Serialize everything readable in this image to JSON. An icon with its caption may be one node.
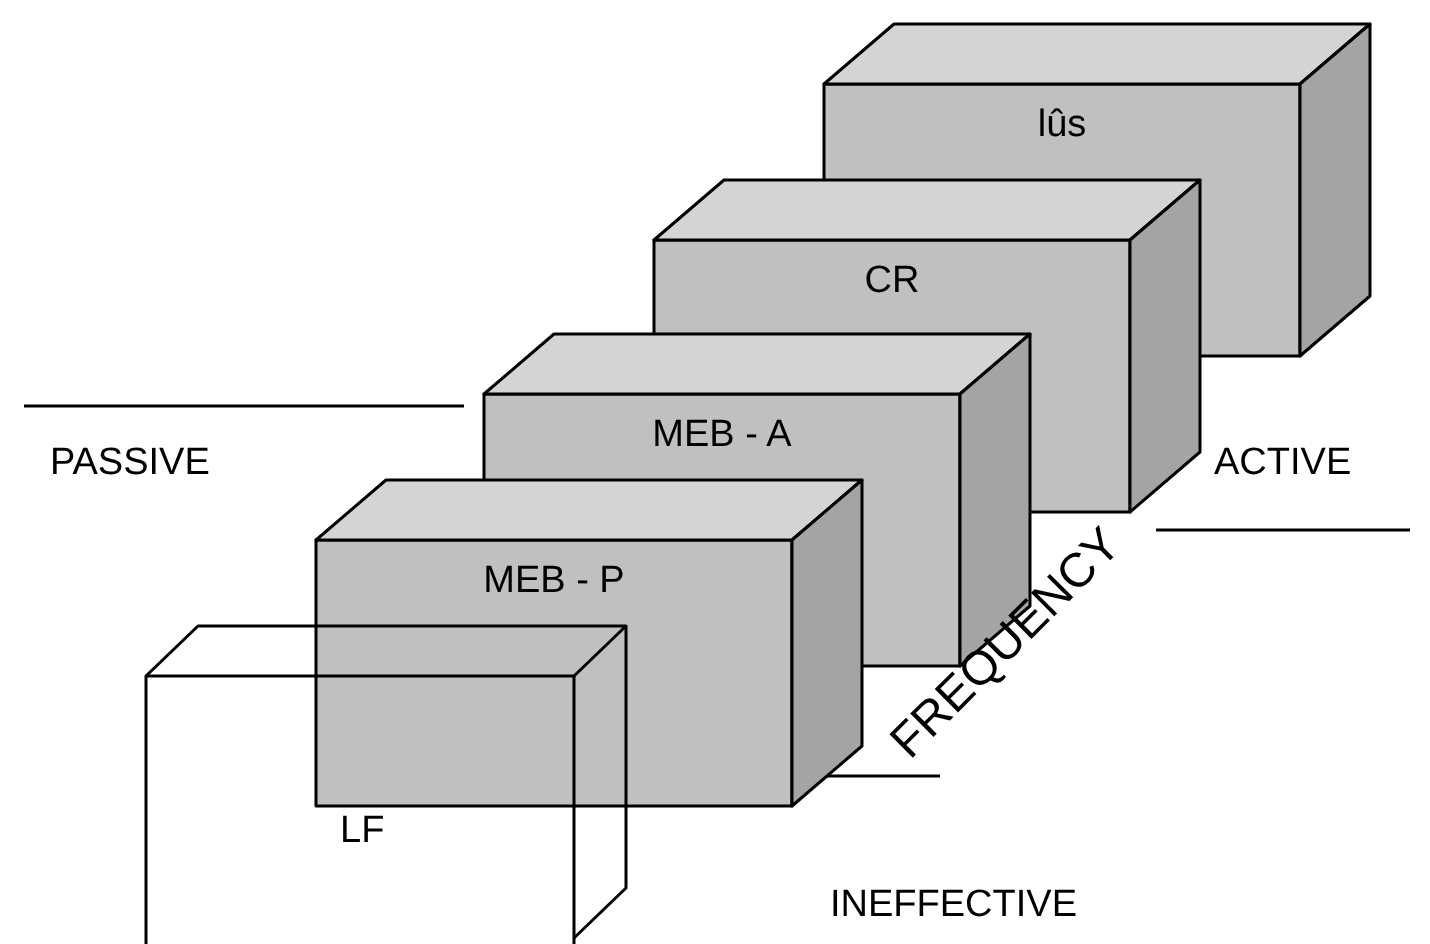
{
  "diagram": {
    "nodes": [
      {
        "text": [
          "lûs"
        ]
      },
      {
        "text": [
          "CR"
        ]
      },
      {
        "text": [
          "MEB - A"
        ]
      },
      {
        "text": [
          "MEB - P"
        ]
      },
      {
        "text": [
          "LF"
        ]
      }
    ],
    "labels": [
      "PASSIVE",
      "ACTIVE",
      "FREQUENCY",
      "INEFFECTIVE"
    ]
  }
}
